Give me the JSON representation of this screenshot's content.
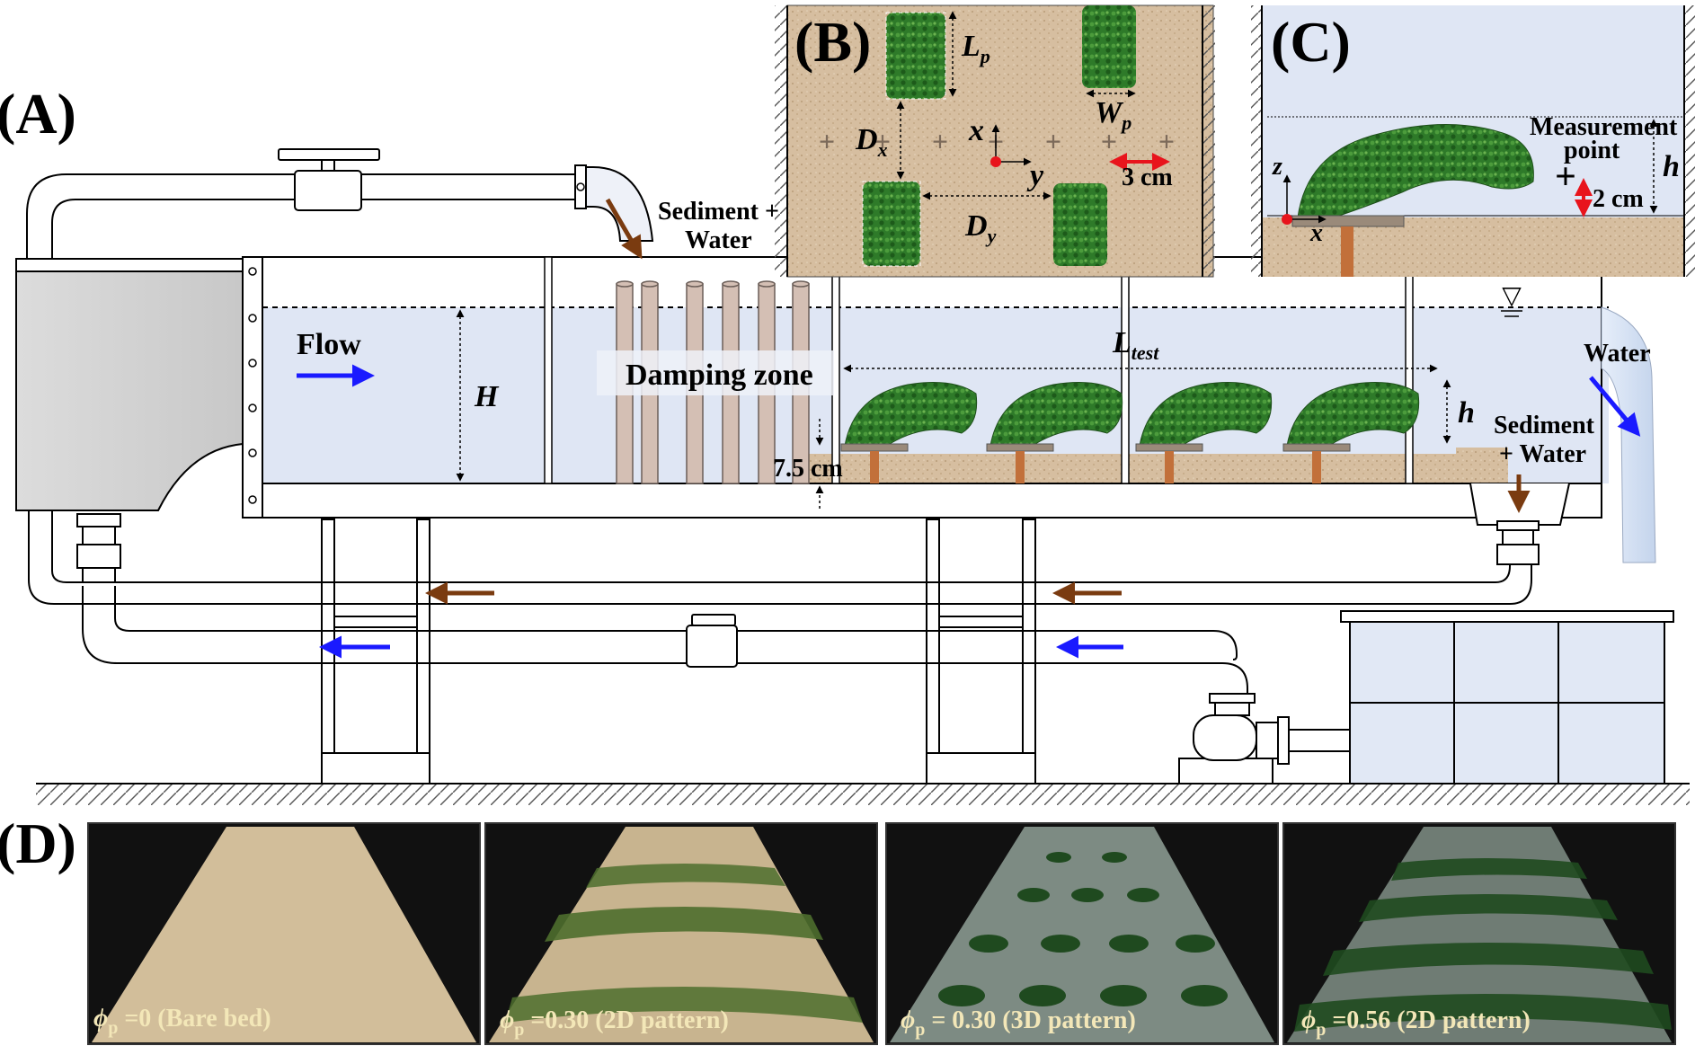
{
  "panels": {
    "a": "(A)",
    "b": "(B)",
    "c": "(C)",
    "d": "(D)"
  },
  "flume": {
    "flow": "Flow",
    "depth": "H",
    "damping_zone": "Damping zone",
    "test_length_main": "L",
    "test_length_sub": "test",
    "canopy_height": "h",
    "bed_offset": "7.5 cm",
    "inlet_line1": "Sediment +",
    "inlet_line2": "Water",
    "outlet_water": "Water",
    "outlet_sed_line1": "Sediment",
    "outlet_sed_line2": "+ Water",
    "water_surface_symbol": "▽"
  },
  "inset_b": {
    "lp_main": "L",
    "lp_sub": "p",
    "wp_main": "W",
    "wp_sub": "p",
    "dx_main": "D",
    "dx_sub": "x",
    "dy_main": "D",
    "dy_sub": "y",
    "axis_x": "x",
    "axis_y": "y",
    "scale": "3 cm"
  },
  "inset_c": {
    "meas_line1": "Measurement",
    "meas_line2": "point",
    "height": "h",
    "offset": "2 cm",
    "axis_z": "z",
    "axis_x": "x"
  },
  "photos": [
    {
      "symbol": "ϕ",
      "sub": "p",
      "text": " =0 (Bare bed)"
    },
    {
      "symbol": "ϕ",
      "sub": "p",
      "text": " =0.30 (2D pattern)"
    },
    {
      "symbol": "ϕ",
      "sub": "p",
      "text": " = 0.30 (3D pattern)"
    },
    {
      "symbol": "ϕ",
      "sub": "p",
      "text": " =0.56 (2D pattern)"
    }
  ],
  "colors": {
    "water": "#dfe6f4",
    "sediment": "#d9c5a8",
    "plant": "#2f7d2a",
    "flow_arrow": "#1a1aff",
    "sediment_arrow": "#7a3b10",
    "scale_arrow": "#e8141c"
  }
}
